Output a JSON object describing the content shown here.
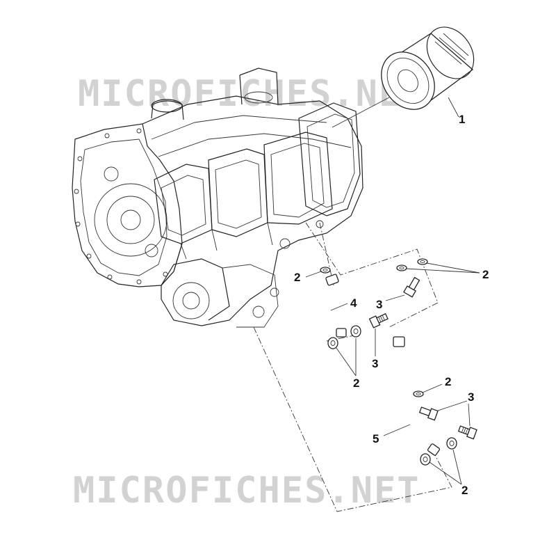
{
  "watermark": {
    "top": "MICROFICHES.NET",
    "bottom": "MICROFICHES.NET"
  },
  "callouts": {
    "c1": "1",
    "c2a": "2",
    "c2b": "2",
    "c2c": "2",
    "c2d": "2",
    "c2e": "2",
    "c3a": "3",
    "c3b": "3",
    "c3c": "3",
    "c4": "4",
    "c5": "5"
  }
}
